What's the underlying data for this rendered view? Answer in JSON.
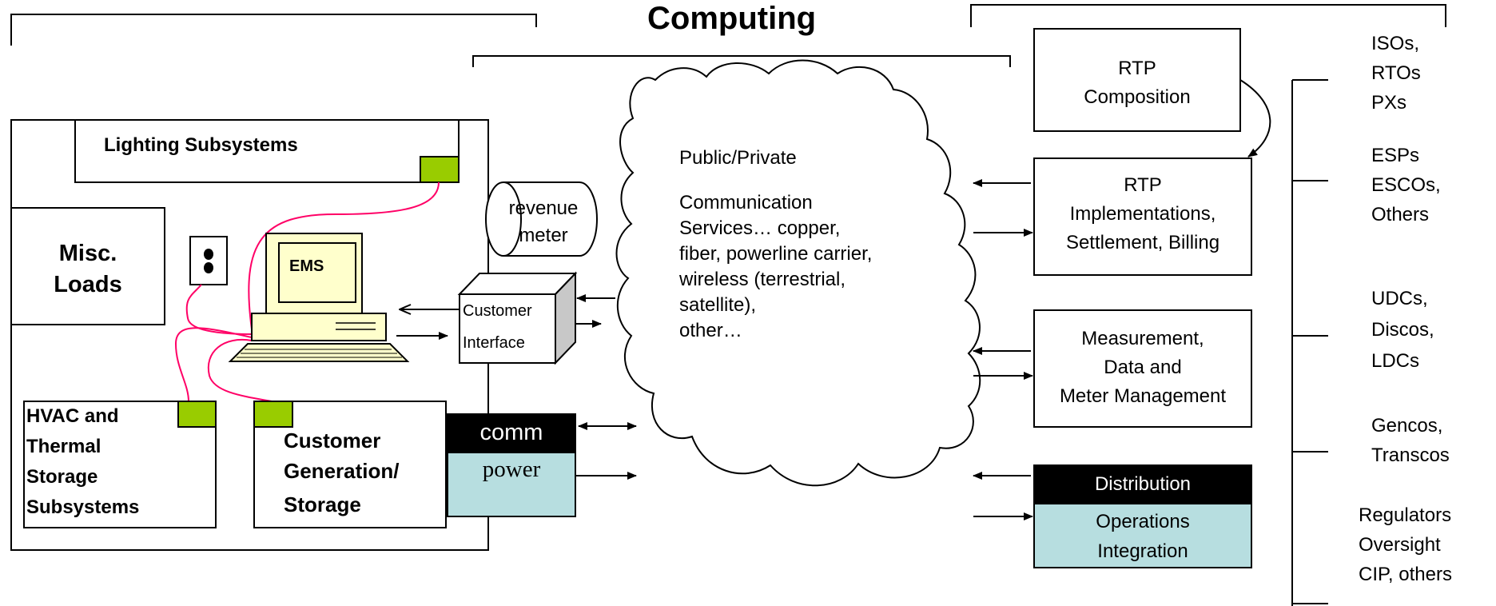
{
  "title": "Computing",
  "premises": {
    "lighting": "Lighting Subsystems",
    "misc_loads": [
      "Misc.",
      "Loads"
    ],
    "ems": "EMS",
    "hvac": [
      "HVAC and",
      "Thermal",
      "Storage",
      "Subsystems"
    ],
    "customer_generation": [
      "Customer",
      "Generation/",
      "Storage"
    ],
    "customer_interface": [
      "Customer",
      "Interface"
    ],
    "revenue_meter": [
      "revenue",
      "meter"
    ],
    "comm": "comm",
    "power": "power"
  },
  "cloud": {
    "heading": "Public/Private",
    "lines": [
      "Communication",
      "Services… copper,",
      "fiber, powerline carrier,",
      "wireless (terrestrial,",
      "satellite),",
      "other…"
    ]
  },
  "services": {
    "rtp_composition": [
      "RTP",
      "Composition"
    ],
    "rtp_implementations": [
      "RTP",
      "Implementations,",
      "Settlement, Billing"
    ],
    "measurement": [
      "Measurement,",
      "Data and",
      "Meter Management"
    ],
    "distribution": "Distribution",
    "operations": [
      "Operations",
      "Integration"
    ]
  },
  "entities": [
    [
      "ISOs,",
      "RTOs",
      "PXs"
    ],
    [
      "ESPs",
      "ESCOs,",
      "Others"
    ],
    [
      "UDCs,",
      "Discos,",
      "LDCs"
    ],
    [
      "Gencos,",
      "Transcos"
    ],
    [
      "Regulators",
      "Oversight",
      "CIP, others"
    ]
  ],
  "colors": {
    "module_green": "#99cc00",
    "power_teal": "#b7dee0",
    "wire_red": "#ff0066",
    "comm_black": "#000000"
  }
}
